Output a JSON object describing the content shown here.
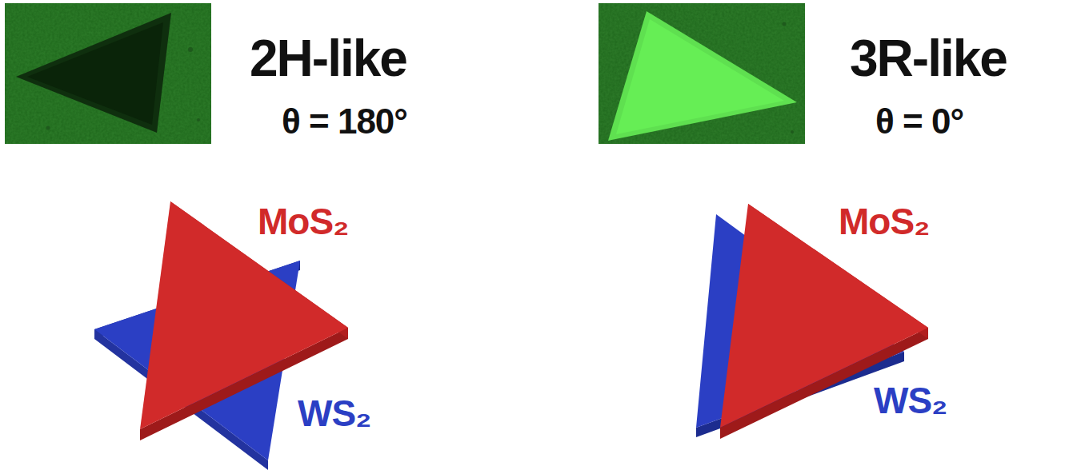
{
  "diagram": {
    "labels": [
      "2H-like",
      "θ = 180°",
      "MoS₂",
      "WS₂",
      "3R-like",
      "θ = 0°",
      "MoS₂",
      "WS₂"
    ]
  }
}
